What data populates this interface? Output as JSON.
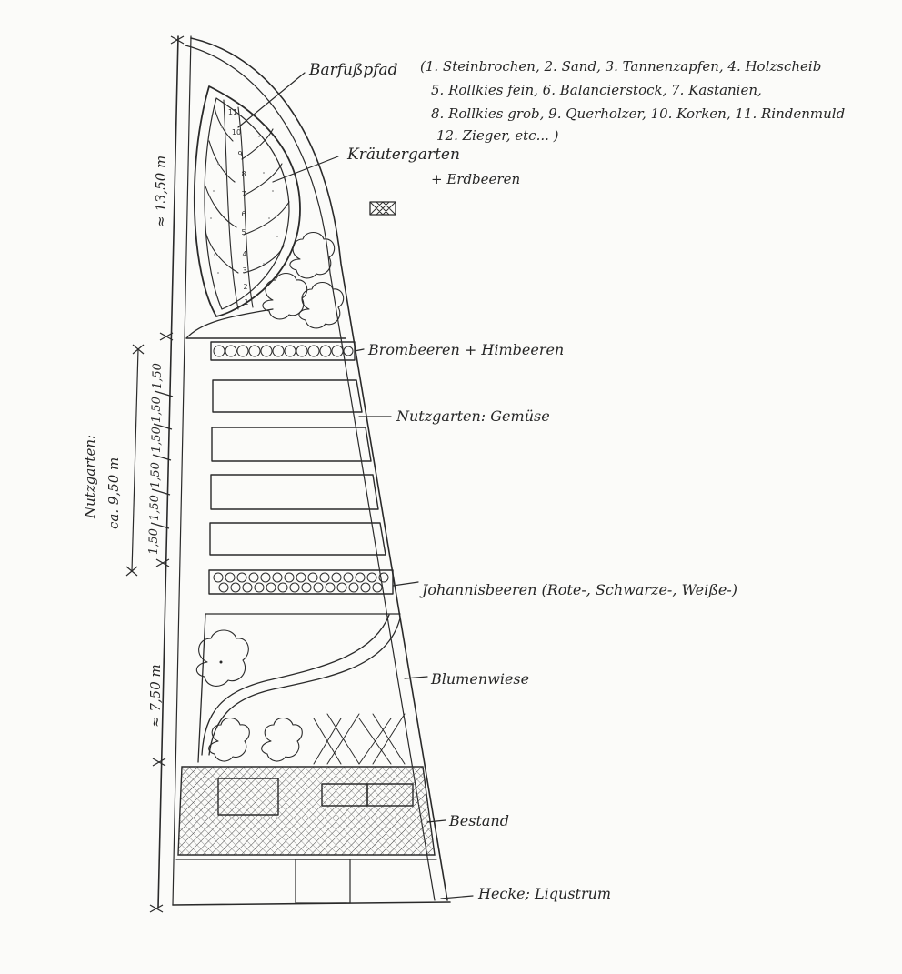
{
  "labels": {
    "barfusspfad": "Barfußpfad",
    "path_items": [
      "(1. Steinbrochen, 2. Sand, 3. Tannenzapfen, 4. Holzscheib",
      "5. Rollkies fein, 6. Balancierstock, 7. Kastanien,",
      "8. Rollkies grob, 9. Querholzer, 10. Korken, 11. Rindenmuld",
      "12. Zieger, etc... )"
    ],
    "kraeutergarten": "Kräutergarten",
    "erdbeeren": "+ Erdbeeren",
    "brombeeren": "Brombeeren + Himbeeren",
    "nutzgarten": "Nutzgarten: Gemüse",
    "johannisbeeren": "Johannisbeeren (Rote-, Schwarze-, Weiße-)",
    "blumenwiese": "Blumenwiese",
    "bestand": "Bestand",
    "hecke": "Hecke; Liqustrum"
  },
  "dimensions": {
    "total_top": "≈ 13,50 m",
    "nutzgarten_title": "Nutzgarten:",
    "nutzgarten_value": "ca. 9,50 m",
    "bed_widths": [
      "1,50",
      "1,50",
      "1,50",
      "1,50",
      "1,50",
      "1,50"
    ],
    "lower": "≈ 7,50 m"
  },
  "path_numbers": [
    "1",
    "2",
    "3",
    "4",
    "5",
    "6",
    "7",
    "8",
    "9",
    "10",
    "11"
  ]
}
